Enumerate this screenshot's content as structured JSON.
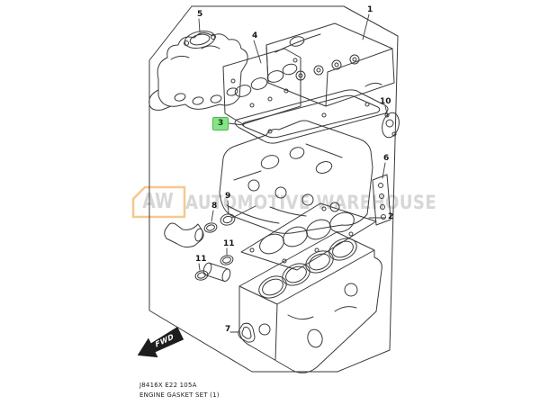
{
  "theme": {
    "highlight": "#86e386",
    "highlight-border": "#4db84d",
    "logo-border": "#f4c98e",
    "watermark-text": "#d7d7d7",
    "line": "#3a3a3a"
  },
  "watermark": {
    "logo_text": "AW",
    "brand_text": "AUTOMOTIVE WAREHOUSE"
  },
  "orientation": {
    "fwd_label": "FWD"
  },
  "footer": {
    "part_code": "J8416X E22 105A",
    "diagram_title": "ENGINE GASKET SET (1)"
  },
  "highlight": {
    "selected_callout": "3"
  },
  "callouts": [
    {
      "label": "1",
      "highlighted": false
    },
    {
      "label": "2",
      "highlighted": false
    },
    {
      "label": "3",
      "highlighted": true
    },
    {
      "label": "4",
      "highlighted": false
    },
    {
      "label": "5",
      "highlighted": false
    },
    {
      "label": "6",
      "highlighted": false
    },
    {
      "label": "7",
      "highlighted": false
    },
    {
      "label": "8",
      "highlighted": false
    },
    {
      "label": "9",
      "highlighted": false
    },
    {
      "label": "10",
      "highlighted": false
    },
    {
      "label": "11",
      "highlighted": false
    },
    {
      "label": "11",
      "highlighted": false
    }
  ]
}
